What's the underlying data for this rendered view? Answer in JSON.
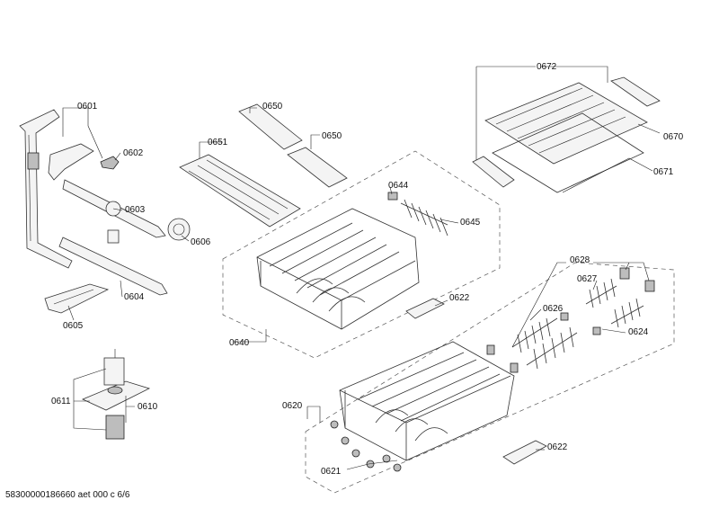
{
  "labels": {
    "p0601": "0601",
    "p0602": "0602",
    "p0603": "0603",
    "p0604": "0604",
    "p0605": "0605",
    "p0606": "0606",
    "p0610": "0610",
    "p0611": "0611",
    "p0620": "0620",
    "p0621": "0621",
    "p0622a": "0622",
    "p0622b": "0622",
    "p0624": "0624",
    "p0626": "0626",
    "p0627": "0627",
    "p0628": "0628",
    "p0640": "0640",
    "p0644": "0644",
    "p0645": "0645",
    "p0650a": "0650",
    "p0650b": "0650",
    "p0651": "0651",
    "p0670": "0670",
    "p0671": "0671",
    "p0672": "0672"
  },
  "footer": "58300000186660 aet 000 c 6/6"
}
